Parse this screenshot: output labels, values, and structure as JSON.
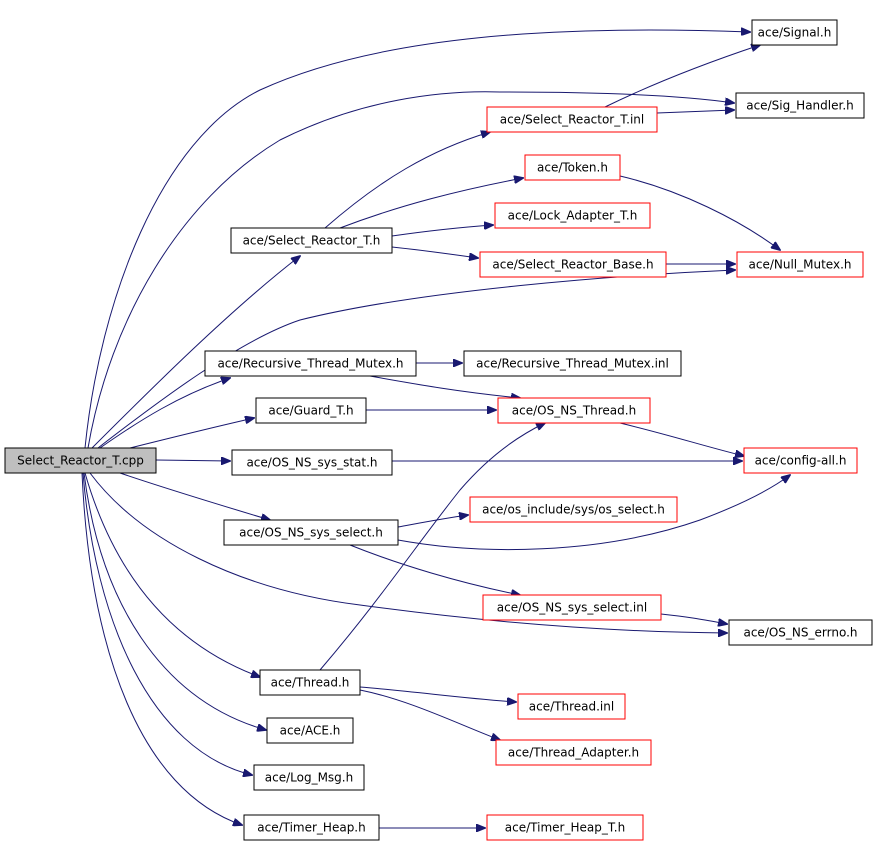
{
  "diagram": {
    "colors": {
      "edge": "#191970",
      "box_black": "#000000",
      "box_red": "#ff0000",
      "root_fill": "#bfbfbf",
      "background": "#ffffff"
    },
    "nodes": [
      {
        "id": "root",
        "label": "Select_Reactor_T.cpp",
        "border": "black",
        "root": true
      },
      {
        "id": "signal_h",
        "label": "ace/Signal.h",
        "border": "black"
      },
      {
        "id": "sig_handler_h",
        "label": "ace/Sig_Handler.h",
        "border": "black"
      },
      {
        "id": "select_reactor_t_inl",
        "label": "ace/Select_Reactor_T.inl",
        "border": "red"
      },
      {
        "id": "token_h",
        "label": "ace/Token.h",
        "border": "red"
      },
      {
        "id": "lock_adapter_t_h",
        "label": "ace/Lock_Adapter_T.h",
        "border": "red"
      },
      {
        "id": "select_reactor_t_h",
        "label": "ace/Select_Reactor_T.h",
        "border": "black"
      },
      {
        "id": "select_reactor_base_h",
        "label": "ace/Select_Reactor_Base.h",
        "border": "red"
      },
      {
        "id": "null_mutex_h",
        "label": "ace/Null_Mutex.h",
        "border": "red"
      },
      {
        "id": "recursive_thread_mutex_h",
        "label": "ace/Recursive_Thread_Mutex.h",
        "border": "black"
      },
      {
        "id": "recursive_thread_mutex_inl",
        "label": "ace/Recursive_Thread_Mutex.inl",
        "border": "black"
      },
      {
        "id": "guard_t_h",
        "label": "ace/Guard_T.h",
        "border": "black"
      },
      {
        "id": "os_ns_thread_h",
        "label": "ace/OS_NS_Thread.h",
        "border": "red"
      },
      {
        "id": "os_ns_sys_stat_h",
        "label": "ace/OS_NS_sys_stat.h",
        "border": "black"
      },
      {
        "id": "config_all_h",
        "label": "ace/config-all.h",
        "border": "red"
      },
      {
        "id": "os_include_sys_os_select_h",
        "label": "ace/os_include/sys/os_select.h",
        "border": "red"
      },
      {
        "id": "os_ns_sys_select_h",
        "label": "ace/OS_NS_sys_select.h",
        "border": "black"
      },
      {
        "id": "os_ns_sys_select_inl",
        "label": "ace/OS_NS_sys_select.inl",
        "border": "red"
      },
      {
        "id": "os_ns_errno_h",
        "label": "ace/OS_NS_errno.h",
        "border": "black"
      },
      {
        "id": "thread_h",
        "label": "ace/Thread.h",
        "border": "black"
      },
      {
        "id": "thread_inl",
        "label": "ace/Thread.inl",
        "border": "red"
      },
      {
        "id": "thread_adapter_h",
        "label": "ace/Thread_Adapter.h",
        "border": "red"
      },
      {
        "id": "ace_h",
        "label": "ace/ACE.h",
        "border": "black"
      },
      {
        "id": "log_msg_h",
        "label": "ace/Log_Msg.h",
        "border": "black"
      },
      {
        "id": "timer_heap_h",
        "label": "ace/Timer_Heap.h",
        "border": "black"
      },
      {
        "id": "timer_heap_t_h",
        "label": "ace/Timer_Heap_T.h",
        "border": "red"
      }
    ],
    "edges": [
      {
        "from": "root",
        "to": "signal_h"
      },
      {
        "from": "root",
        "to": "sig_handler_h"
      },
      {
        "from": "root",
        "to": "select_reactor_t_h"
      },
      {
        "from": "root",
        "to": "null_mutex_h"
      },
      {
        "from": "root",
        "to": "recursive_thread_mutex_h"
      },
      {
        "from": "root",
        "to": "guard_t_h"
      },
      {
        "from": "root",
        "to": "os_ns_sys_stat_h"
      },
      {
        "from": "root",
        "to": "os_ns_sys_select_h"
      },
      {
        "from": "root",
        "to": "os_ns_errno_h"
      },
      {
        "from": "root",
        "to": "thread_h"
      },
      {
        "from": "root",
        "to": "ace_h"
      },
      {
        "from": "root",
        "to": "log_msg_h"
      },
      {
        "from": "root",
        "to": "timer_heap_h"
      },
      {
        "from": "select_reactor_t_h",
        "to": "select_reactor_t_inl"
      },
      {
        "from": "select_reactor_t_h",
        "to": "token_h"
      },
      {
        "from": "select_reactor_t_h",
        "to": "lock_adapter_t_h"
      },
      {
        "from": "select_reactor_t_h",
        "to": "select_reactor_base_h"
      },
      {
        "from": "select_reactor_t_inl",
        "to": "signal_h"
      },
      {
        "from": "select_reactor_t_inl",
        "to": "sig_handler_h"
      },
      {
        "from": "token_h",
        "to": "null_mutex_h"
      },
      {
        "from": "select_reactor_base_h",
        "to": "null_mutex_h"
      },
      {
        "from": "recursive_thread_mutex_h",
        "to": "recursive_thread_mutex_inl"
      },
      {
        "from": "recursive_thread_mutex_h",
        "to": "os_ns_thread_h"
      },
      {
        "from": "guard_t_h",
        "to": "os_ns_thread_h"
      },
      {
        "from": "os_ns_thread_h",
        "to": "config_all_h"
      },
      {
        "from": "os_ns_sys_stat_h",
        "to": "config_all_h"
      },
      {
        "from": "os_ns_sys_select_h",
        "to": "os_include_sys_os_select_h"
      },
      {
        "from": "os_ns_sys_select_h",
        "to": "config_all_h"
      },
      {
        "from": "os_ns_sys_select_h",
        "to": "os_ns_sys_select_inl"
      },
      {
        "from": "os_ns_sys_select_inl",
        "to": "os_ns_errno_h"
      },
      {
        "from": "thread_h",
        "to": "os_ns_thread_h"
      },
      {
        "from": "thread_h",
        "to": "thread_inl"
      },
      {
        "from": "thread_h",
        "to": "thread_adapter_h"
      },
      {
        "from": "timer_heap_h",
        "to": "timer_heap_t_h"
      }
    ]
  }
}
